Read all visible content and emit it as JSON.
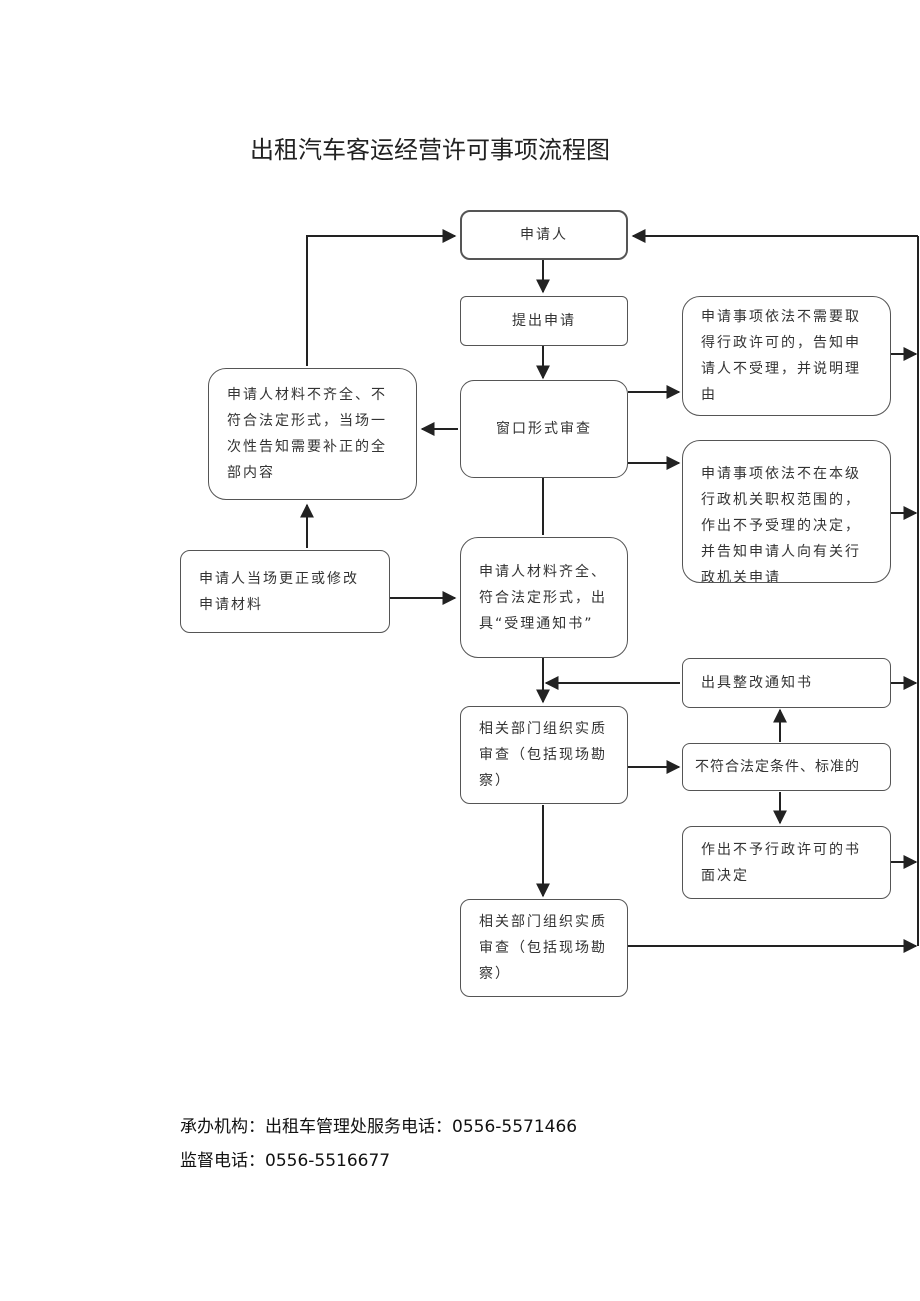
{
  "title": "出租汽车客运经营许可事项流程图",
  "nodes": {
    "applicant": "申请人",
    "submit": "提出申请",
    "window_review": "窗口形式审查",
    "no_permit_needed": "申请事项依法不需要取得行政许可的，告知申请人不受理，并说明理由",
    "not_in_scope": "申请事项依法不在本级行政机关职权范围的，作出不予受理的决定，并告知申请人向有关行政机关申请",
    "incomplete": "申请人材料不齐全、不符合法定形式，当场一次性告知需要补正的全部内容",
    "correct_materials": "申请人当场更正或修改申请材料",
    "accepted": "申请人材料齐全、符合法定形式，出具“受理通知书”",
    "substantive_review": "相关部门组织实质审查（包括现场勘察）",
    "rectify_notice": "出具整改通知书",
    "not_compliant": "不符合法定条件、标准的",
    "written_refusal": "作出不予行政许可的书面决定",
    "substantive_review_2": "相关部门组织实质审查（包括现场勘察）"
  },
  "footer": {
    "line1": "承办机构：出租车管理处服务电话：0556-5571466",
    "line2": "监督电话：0556-5516677"
  }
}
